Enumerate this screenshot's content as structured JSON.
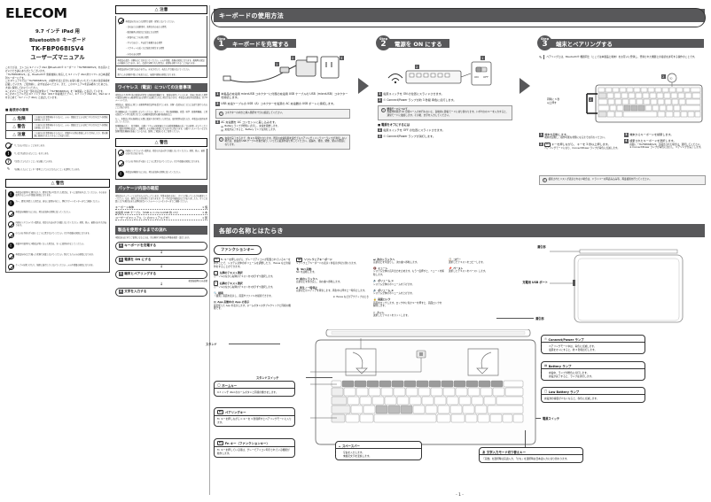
{
  "brand": {
    "logo": "ELECOM"
  },
  "cover": {
    "line1": "9.7 インチ iPad 用",
    "line2": "Bluetooth® キーボード",
    "model": "TK-FBP068ISV4",
    "manual": "ユーザーズマニュアル",
    "intro": "このたびは、エレコム 9.7 インチ iPad 用Bluetooth® キーボード「TK-FBP068ISV4」をお買い上げいただき誠にありがとうございます。\n「TK-FBP068ISV4」は、Bluetooth® 無線技術に対応した 9.7 インチ iPad 用ワイヤレス日本語配列キーボードです。\nこのマニュアルでは「TK-FBP068ISV4」の操作方法と安全にお取り扱いいただくための注意事項を記載しています。ご使用前に、必ずお読みください。また、このマニュアルを読み終わったあとも、大切に保管しておいてください。\n※このマニュアルでは一部の表記を除いて「TK-FBP068ISV4」を「本製品」と表記しています。\n※このマニュアルでは 9.7 インチ iPad（2017 年春発売モデル）、9.7 インチ iPad Pro、iPad Air 2 をまとめて「9.7 インチ iPad」と表記しています。"
  },
  "symbols": {
    "heading": "■ 絵表示の意味",
    "rows": [
      {
        "icon": "warning-triangle-icon",
        "label": "危険",
        "text": "この表示の注意事項を守らないと、火災・感電などによる死亡や大けがなど人身事故の原因になります。"
      },
      {
        "icon": "warning-triangle-icon",
        "label": "警告",
        "text": "この表示の注意事項を守らないと、火災・感電などによる死亡や大けがなど人身事故の原因になります。"
      },
      {
        "icon": "warning-triangle-icon",
        "label": "注意",
        "text": "この表示の注意事項を守らないと、感電やその他の事故によりけがをしたり、他の機器に損害を与えたりすることがあります。"
      }
    ],
    "legend": [
      {
        "icon": "prohibition-icon",
        "text": "「してはいけない」ことを示します。"
      },
      {
        "icon": "mandatory-icon",
        "text": "「しなければならないこと」を示します。"
      },
      {
        "icon": "attention-icon",
        "text": "「注意していただくこと」を記載しています。"
      },
      {
        "icon": "reference-icon",
        "text": "「お願いしたいこと」や「参考にしていただきたいこと」を説明しています。"
      }
    ]
  },
  "safety_caution": {
    "heading": "注意",
    "heading_icon": "warning-triangle-icon",
    "bullets": [
      "本製品を次のような場所で使用・保管しないでください。",
      "・日のあたる自動車内、直射日光のあたる場所、",
      "・暖房器具の周辺など高温になる場所",
      "・多湿やほこりの多い場所",
      "・平らではなく、不安定で振動がある場所",
      "・マグネットの近くなど磁気が発生する場所",
      "・水気のある場所"
    ],
    "paras": [
      "本製品の改造・分解をおこなわないでください。火災や感電、故障の原因になります。故障時の保証の対象外となります。また、改造や分解された場合は、修理をお断りすることがあります。",
      "本製品は防水仕様ではありません。水をかけたり、ぬれた手で触らないでください。",
      "落下による衝撃や強い力を加えると、破損や故障の原因となります。"
    ]
  },
  "safety_warning": {
    "heading": "警告",
    "heading_icon": "warning-triangle-icon",
    "items": [
      "本製品の使用中に煙が出たり、異常な臭いや音がした場合は、すぐに使用を中止してください。そのまま使用すると火災や感電の原因になります。",
      "万一、異常が発生した場合は、直ちに使用を中止し、弊社サポートセンターまでご連絡ください。",
      "本製品を廃棄するときは、地方自治体の条例に従ってください。",
      "内蔵のリチウムイオン電池は、指定の方法以外で充電しないでください。発熱、発火、破裂のおそれがあります。",
      "小さいお子様の手の届くところに置かないでください。けがや誤飲の原因になります。",
      "充電中や使用中に本製品が熱くなった場合は、すぐに使用を中止してください。",
      "本製品を布などで覆った状態で充電しないでください。熱がこもり火災の原因になります。",
      "ケーブルを傷つけたり、無理に曲げたりしないでください。火災や感電の原因になります。"
    ]
  },
  "wireless": {
    "heading": "ワイヤレス（電波）についての注意事項",
    "paras": [
      "本製品は 2.4GHz 帯の電波を利用する無線通信機器です。電波を使用しているため、金属に囲まれた場所や電波を遮断する障害物のある場所では通信できない場合があります。本製品の通信有効距離は、約 10 メートルです。",
      "本製品は、電波法に基づく技術基準適合証明を受けています。分解・改造をおこなうと法律で罰せられることがあります。",
      "次の機器の近くでは使用しないでください。電子レンジ、他の無線機器、産業・科学・医療用機器、工場の製造ライン等で使用されている移動体識別用の構内無線局など。",
      "万一、本製品と他の無線局との間に電波干渉が発生した場合は、使用場所を変えるか、本製品の使用を停止してください。",
      "医療機器の近く、航空機内、自動ドアや火災報知器などの自動制御機器の近くでは使用しないでください。電波が影響を及ぼし、誤動作による事故の原因となるおそれがあります。心臓ペースメーカーなどの医療用電気機器を装着している方は、医師にご相談のうえご使用ください。"
    ]
  },
  "package": {
    "heading": "パッケージ内容の確認",
    "intro": "本製品のパッケージには次のものが入っています。作業を始める前に、すべてが揃っているかを確認してください。なお、梱包には万全を期しておりますが、万一不足品や破損品などがありましたら、すぐにお買い上げの販売店または弊社総合インフォメーションセンターまでご連絡ください。",
    "items": [
      {
        "name": "キーボード本体",
        "qty": "1 個"
      },
      {
        "name": "充電用 USB ケーブル（USB A ⇔ microUSB 約 cm）",
        "qty": "1 本"
      },
      {
        "name": "ユーザーズマニュアル（このマニュアルです）",
        "qty": "1 部"
      }
    ]
  },
  "flow": {
    "heading": "製品を使用するまでの流れ",
    "intro": "本製品をはじめてご使用になるときは、次の順序で本製品の準備を確認・設定します。",
    "steps": [
      {
        "n": "1",
        "label": "キーボードを充電する",
        "note": ""
      },
      {
        "n": "2",
        "label": "電源を ON にする",
        "note": ""
      },
      {
        "n": "3",
        "label": "端末とペアリングする",
        "note": "初回接続時のみ必要"
      },
      {
        "n": "4",
        "label": "文字を入力する",
        "note": ""
      }
    ]
  },
  "main": {
    "heading": "キーボードの使用方法",
    "steps": [
      {
        "step_word": "Step",
        "n": "1",
        "title": "キーボードを充電する"
      },
      {
        "step_word": "Step",
        "n": "2",
        "title": "電源を ON にする"
      },
      {
        "step_word": "Step",
        "n": "3",
        "title": "端末とペアリングする"
      }
    ],
    "step1": {
      "items": [
        {
          "n": "1",
          "text": "本製品の充電用 microUSB コネクターに付属の充電用 USB ケーブルの USB（microUSB）コネクターを接続します。"
        },
        {
          "n": "2",
          "text": "USB 充電ケーブルの USB（A）コネクターを電源の AC 充電器の USB ポートに接続します。"
        },
        {
          "n": "3",
          "text": "AC 充電器を AC コンセントに差し込みます。"
        }
      ],
      "note1": "コネクターの向きと挿入箇所を十分に確認してください。",
      "sub3": [
        "Battery ランプが橙色に点灯し、充電を開始します。",
        "充電が完了すると、Battery ランプは消灯します。"
      ],
      "note2": "充電が完了するまで、約 2.5 時間かかります。所定の充電時間を過ぎてもペアリング / バッテリーランプが消灯しない場合は、充電用 USB ケーブルを抜き取り、いったん電源を取り外してください。液漏れ、発熱、発煙、発火の原因になります。"
    },
    "step2": {
      "items": [
        {
          "n": "1",
          "text": "電源スイッチを ON の位置にスライドさせます。"
        },
        {
          "n": "2",
          "text": "Connect/Power ランプが約 3 秒間 青色に点灯します。",
          "icon": "connect-power-lamp-icon"
        }
      ],
      "note_title": "節電モードについて",
      "note": "無操作状態が 10 分間キー入力を行わないと、自動的に節電モードに切り替わります。いずれかのキーを入力すると、通常モードに復帰します。その後、文字を入力してください。",
      "off_heading": "■ 電源をオフにするには",
      "off_items": [
        {
          "n": "1",
          "text": "電源スイッチを OFF の位置にスライドさせます。"
        },
        {
          "n": "2",
          "text": "Connect/Power ランプが消灯します。",
          "icon": "connect-power-lamp-icon"
        }
      ]
    },
    "step3": {
      "note": "ペアリングとは、Bluetooth® 機器同士（ここでは本製品と端末）をお互いに登録し、登録された機器との接続を許可する操作のことです。",
      "keyhint_1": "同時に 3 秒\n以上押す",
      "left_items": [
        {
          "n": "1",
          "text": "端末を起動します。",
          "sub": "端末を起動し、操作可能な状態になるまでお待ちください。"
        },
        {
          "n": "2",
          "text": "キーを押しながら、 キーを 3 秒以上押します。",
          "sub": "ペアリングモードになり、Connect/Power ランプが青色に点滅します。"
        }
      ],
      "right_items": [
        {
          "n": "3",
          "text": "端末からキーボードを検索します。"
        },
        {
          "n": "4",
          "text": "検索されたキーボードを選択します。",
          "sub": "画面に「TK-FBP068ISV4」が検出された場合は、選択してください。",
          "sub2": "※ Connect/Power ランプが青色に点灯し、ペアリングが完了します。"
        }
      ],
      "footer": "検索されたリストが表示されない場合は、ドライバーの再読み込み等、再度検索を行ってください。"
    }
  },
  "parts": {
    "heading": "各部の名称とはたらき",
    "function_key_heading": "ファンクションキー",
    "fn_intro": "Fn キーを押しながら、グレーでアイコンが配置されているキーを押すことで、システム全体のボリュームを調整したり、iTunes などの操作をすることができます。",
    "columns": [
      [
        {
          "icon": "select-text-left-icon",
          "name": "左隣のテキスト選択",
          "desc": "カーソルの左から右隣のテキストを1文字ずつ選択します。"
        },
        {
          "icon": "select-text-right-icon",
          "name": "右隣のテキスト選択",
          "desc": "カーソルの左から右隣のテキストを1文字ずつ選択します。"
        },
        {
          "icon": "search-icon",
          "name": "検索",
          "desc": "「検索」画面を表示し、画面やファイルを検索できます。"
        },
        {
          "icon": "app-switch-icon",
          "name": "App 起動中の App の表示",
          "desc": "最近使った App を表示します。ホームボタンのダブルクリックと同様の機能です。"
        }
      ],
      [
        {
          "icon": "software-keyboard-icon",
          "name": "ソフトウェアキーボード",
          "desc": "ソフトウェアキーボードの表示 / 非表示が切り替わります。"
        },
        {
          "icon": "siri-icon",
          "name": "Siri 起動",
          "desc": "Siri を起動します。"
        },
        {
          "icon": "prev-track-icon",
          "name": "前のトラックへ",
          "desc": "音楽などを巻き戻し、前の曲へ移動します。"
        },
        {
          "icon": "play-pause-icon",
          "name": "再生 / 一時停止",
          "desc": "音楽などのメディアを再生します。再生中に押すと一時停止します。"
        },
        {
          "icon": "itunes-note-icon",
          "name": "",
          "desc": "※ iTunes などがアクティブなとき"
        }
      ],
      [
        {
          "icon": "next-track-icon",
          "name": "次のトラックへ",
          "desc": "音楽などを早送りし、次の曲へ移動します。"
        },
        {
          "icon": "mute-icon",
          "name": "ミュート",
          "desc": "システム全体の音声出力を止めます。もう一度押すと、ミュートを解除します。"
        },
        {
          "icon": "volume-down-icon",
          "name": "ボリューム ⊖",
          "desc": "システム全体のボリュームを下げます。"
        },
        {
          "icon": "volume-up-icon",
          "name": "ボリューム ⊕",
          "desc": "システム全体のボリュームを上げます。"
        },
        {
          "icon": "screen-lock-icon",
          "name": "画面ロック",
          "desc": "画面をロックします。ロック中に何かキーを押すと、画面ロックを解除します。"
        },
        {
          "icon": "cut-icon",
          "name": "カット",
          "desc": "選択したテキストをカットします。"
        }
      ],
      [
        {
          "icon": "copy-icon",
          "name": "コピー",
          "desc": "選択したテキストをコピーします。"
        },
        {
          "icon": "paste-icon",
          "name": "ペースト",
          "desc": "選択したテキストをペーストします。"
        }
      ]
    ],
    "callouts": {
      "home_key": {
        "title": "ホームキー",
        "icon": "home-key-icon",
        "body": "9.7 インチ iPad のホームボタンと同様の働きをします。"
      },
      "pairing_key": {
        "title": "ペアリングキー",
        "icon": "pairing-key-icon",
        "body": "Fn キーを押しながら C キーを 3 秒間押すとペアリングモードに入ります。"
      },
      "fn_key": {
        "title": "Fn キー（ファンクションキー）",
        "icon": "fn-key-icon",
        "body": "Fn キーを押している間は、グレーでアイコン印字されている機能が動作します。"
      },
      "space_bar": {
        "title": "スペースバー",
        "icon": "space-bar-icon",
        "body_items": [
          "空白を入力します。",
          "未確定文字を変換します。"
        ]
      },
      "input_mode_key": {
        "title": "文字入力モード切り替えキー",
        "icon": "input-mode-key-icon",
        "body": "「英数」を選択時は英語入力、「かな」を選択時は日本語入力に切り替わります。"
      },
      "connect_power_lamp": {
        "title": "Connect/Power ランプ",
        "icon": "connect-power-lamp-icon",
        "body_items": [
          "ペアリングモード中は、青色に点滅します。",
          "電源をオンにすると、約 3 秒間点灯します。"
        ]
      },
      "battery_lamp": {
        "title": "Battery ランプ",
        "icon": "battery-lamp-icon",
        "body_items": [
          "充電中、ランプが橙色に点灯します。",
          "充電が完了すると、ランプは消灯します。"
        ]
      },
      "low_battery_lamp": {
        "title": "Low Battery ランプ",
        "icon": "low-battery-lamp-icon",
        "body": "充電池の容量が少なくなると、赤色に点滅します。"
      }
    },
    "plain_labels": {
      "stand": "スタンド",
      "stand_switch": "スタンドスイッチ",
      "power_switch": "電源スイッチ",
      "charge_usb_port": "充電用 USB ポート",
      "groove": "溝引部",
      "groove2": "溝引部"
    }
  },
  "footer": {
    "page": "- 1 -"
  },
  "colors": {
    "heading_bar": "#58585a",
    "note_bg": "#f1f1f1",
    "key_dark": "#9b9b9b"
  }
}
